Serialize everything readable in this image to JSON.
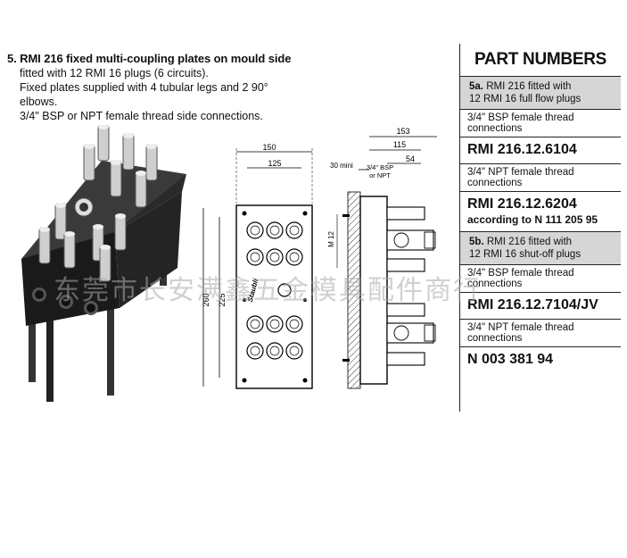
{
  "description": {
    "title": "5. RMI 216 fixed multi-coupling plates on mould side",
    "lines": [
      "fitted with 12 RMI 16 plugs (6 circuits).",
      "Fixed plates supplied with 4 tubular legs and 2 90° elbows.",
      "3/4\" BSP or NPT female thread side connections."
    ]
  },
  "front_view": {
    "dim_top_outer": "150",
    "dim_top_inner": "125",
    "dim_left_outer": "260",
    "dim_left_inner": "225",
    "logo_text": "Staubli"
  },
  "side_view": {
    "dim_153": "153",
    "dim_115": "115",
    "dim_54": "54",
    "dim_30": "30 mini",
    "thread_label_1": "3/4\" BSP",
    "thread_label_2": "or NPT",
    "dim_m12": "M 12"
  },
  "part_numbers": {
    "header": "PART NUMBERS",
    "sections": {
      "a_label": "5a.",
      "a_text_1": "RMI 216 fitted with",
      "a_text_2": "12 RMI 16 full flow plugs",
      "a_bsp": "3/4\" BSP female thread connections",
      "a_bsp_pn": "RMI 216.12.6104",
      "a_npt": "3/4\" NPT female thread connections",
      "a_npt_pn": "RMI 216.12.6204",
      "a_npt_note": "according to N 111 205 95",
      "b_label": "5b.",
      "b_text_1": "RMI 216 fitted with",
      "b_text_2": "12 RMI 16 shut-off plugs",
      "b_bsp": "3/4\" BSP female thread connections",
      "b_bsp_pn": "RMI 216.12.7104/JV",
      "b_npt": "3/4\" NPT female thread connections",
      "b_npt_pn": "N 003 381 94"
    }
  },
  "watermark": "东莞市长安满鑫五金模具配件商行"
}
